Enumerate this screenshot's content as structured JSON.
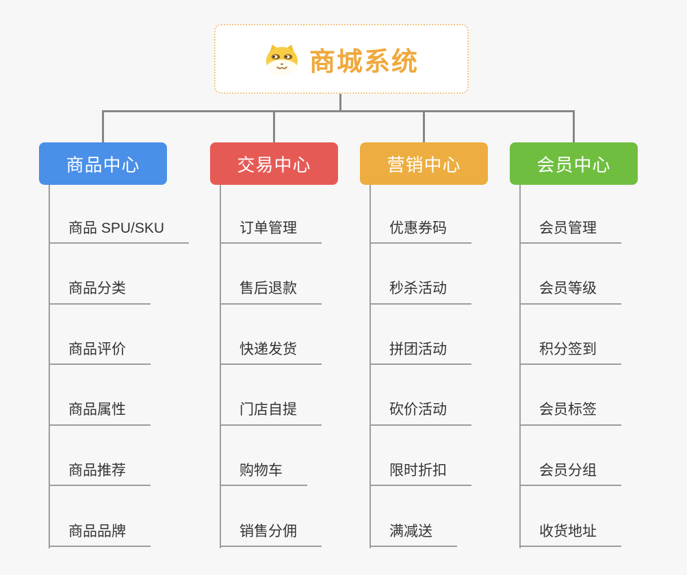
{
  "root": {
    "title": "商城系统",
    "icon": "doge-face-icon",
    "accent_color": "#efa93c",
    "border_color": "#f3c57e"
  },
  "branches": [
    {
      "label": "商品中心",
      "color": "#4a8fe8",
      "children": [
        "商品 SPU/SKU",
        "商品分类",
        "商品评价",
        "商品属性",
        "商品推荐",
        "商品品牌"
      ]
    },
    {
      "label": "交易中心",
      "color": "#e65a56",
      "children": [
        "订单管理",
        "售后退款",
        "快递发货",
        "门店自提",
        "购物车",
        "销售分佣"
      ]
    },
    {
      "label": "营销中心",
      "color": "#edad40",
      "children": [
        "优惠券码",
        "秒杀活动",
        "拼团活动",
        "砍价活动",
        "限时折扣",
        "满减送"
      ]
    },
    {
      "label": "会员中心",
      "color": "#6fbe40",
      "children": [
        "会员管理",
        "会员等级",
        "积分签到",
        "会员标签",
        "会员分组",
        "收货地址"
      ]
    }
  ],
  "connector_color": "#868686",
  "underline_color": "#9c9c9c",
  "background_color": "#f7f7f7"
}
